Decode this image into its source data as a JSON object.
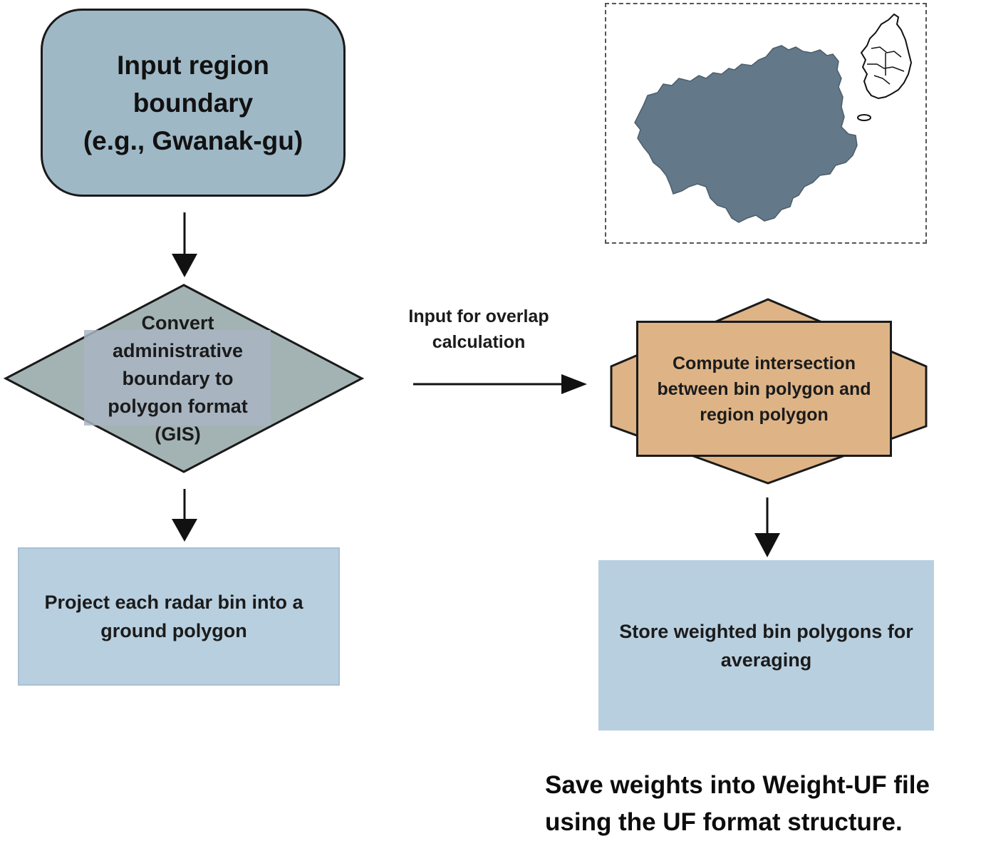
{
  "diagram": {
    "nodes": {
      "input_region": {
        "label": "Input region\nboundary\n(e.g., Gwanak-gu)",
        "color": "#9fb8c6"
      },
      "convert_polygon": {
        "label": "Convert\nadministrative\nboundary to\npolygon format\n(GIS)",
        "color": "#a3b3b4"
      },
      "project_bins": {
        "label": "Project each radar bin into a\nground polygon",
        "color": "#b8cfdf"
      },
      "compute_intersection": {
        "label": "Compute intersection\nbetween bin polygon and\nregion polygon",
        "color": "#deb487"
      },
      "store_weights": {
        "label": "Store weighted bin polygons for\naveraging",
        "color": "#b8cfdf"
      }
    },
    "edge_label": "Input for overlap\ncalculation",
    "footer_note": "Save weights into Weight-UF file\nusing the UF format structure.",
    "map_inset": {
      "region_color": "#637888",
      "icon": "region-map-icon"
    }
  }
}
